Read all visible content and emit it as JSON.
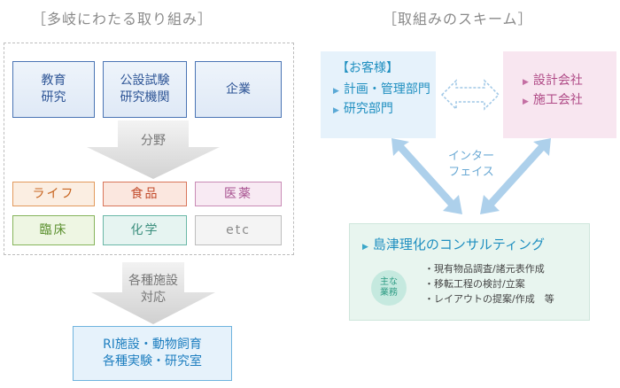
{
  "left": {
    "title": "［多岐にわたる取り組み］",
    "orgs": [
      {
        "label": "教育\n研究"
      },
      {
        "label": "公設試験\n研究機関"
      },
      {
        "label": "企業"
      }
    ],
    "field_label": "分野",
    "fields": [
      {
        "label": "ライフ"
      },
      {
        "label": "食品"
      },
      {
        "label": "医薬"
      },
      {
        "label": "臨床"
      },
      {
        "label": "化学"
      },
      {
        "label": "etc"
      }
    ],
    "facility_arrow_label": "各種施設\n対応",
    "facilities_box": "RI施設・動物飼育\n各種実験・研究室"
  },
  "right": {
    "title": "［取組みのスキーム］",
    "customer": {
      "heading": "【お客様】",
      "items": [
        "計画・管理部門",
        "研究部門"
      ]
    },
    "partners": {
      "items": [
        "設計会社",
        "施工会社"
      ]
    },
    "interface_label": "インター\nフェイス",
    "consulting": {
      "title": "島津理化のコンサルティング",
      "badge": "主な\n業務",
      "duties": [
        "・現有物品調査/諸元表作成",
        "・移転工程の検討/立案",
        "・レイアウトの提案/作成　等"
      ]
    }
  },
  "colors": {
    "blue_text": "#2e5596",
    "cyan_text": "#1f8fc0",
    "pink_text": "#b04b87",
    "arrow_blue": "#a9cdea",
    "arrow_gray": "#d6d6d6"
  }
}
